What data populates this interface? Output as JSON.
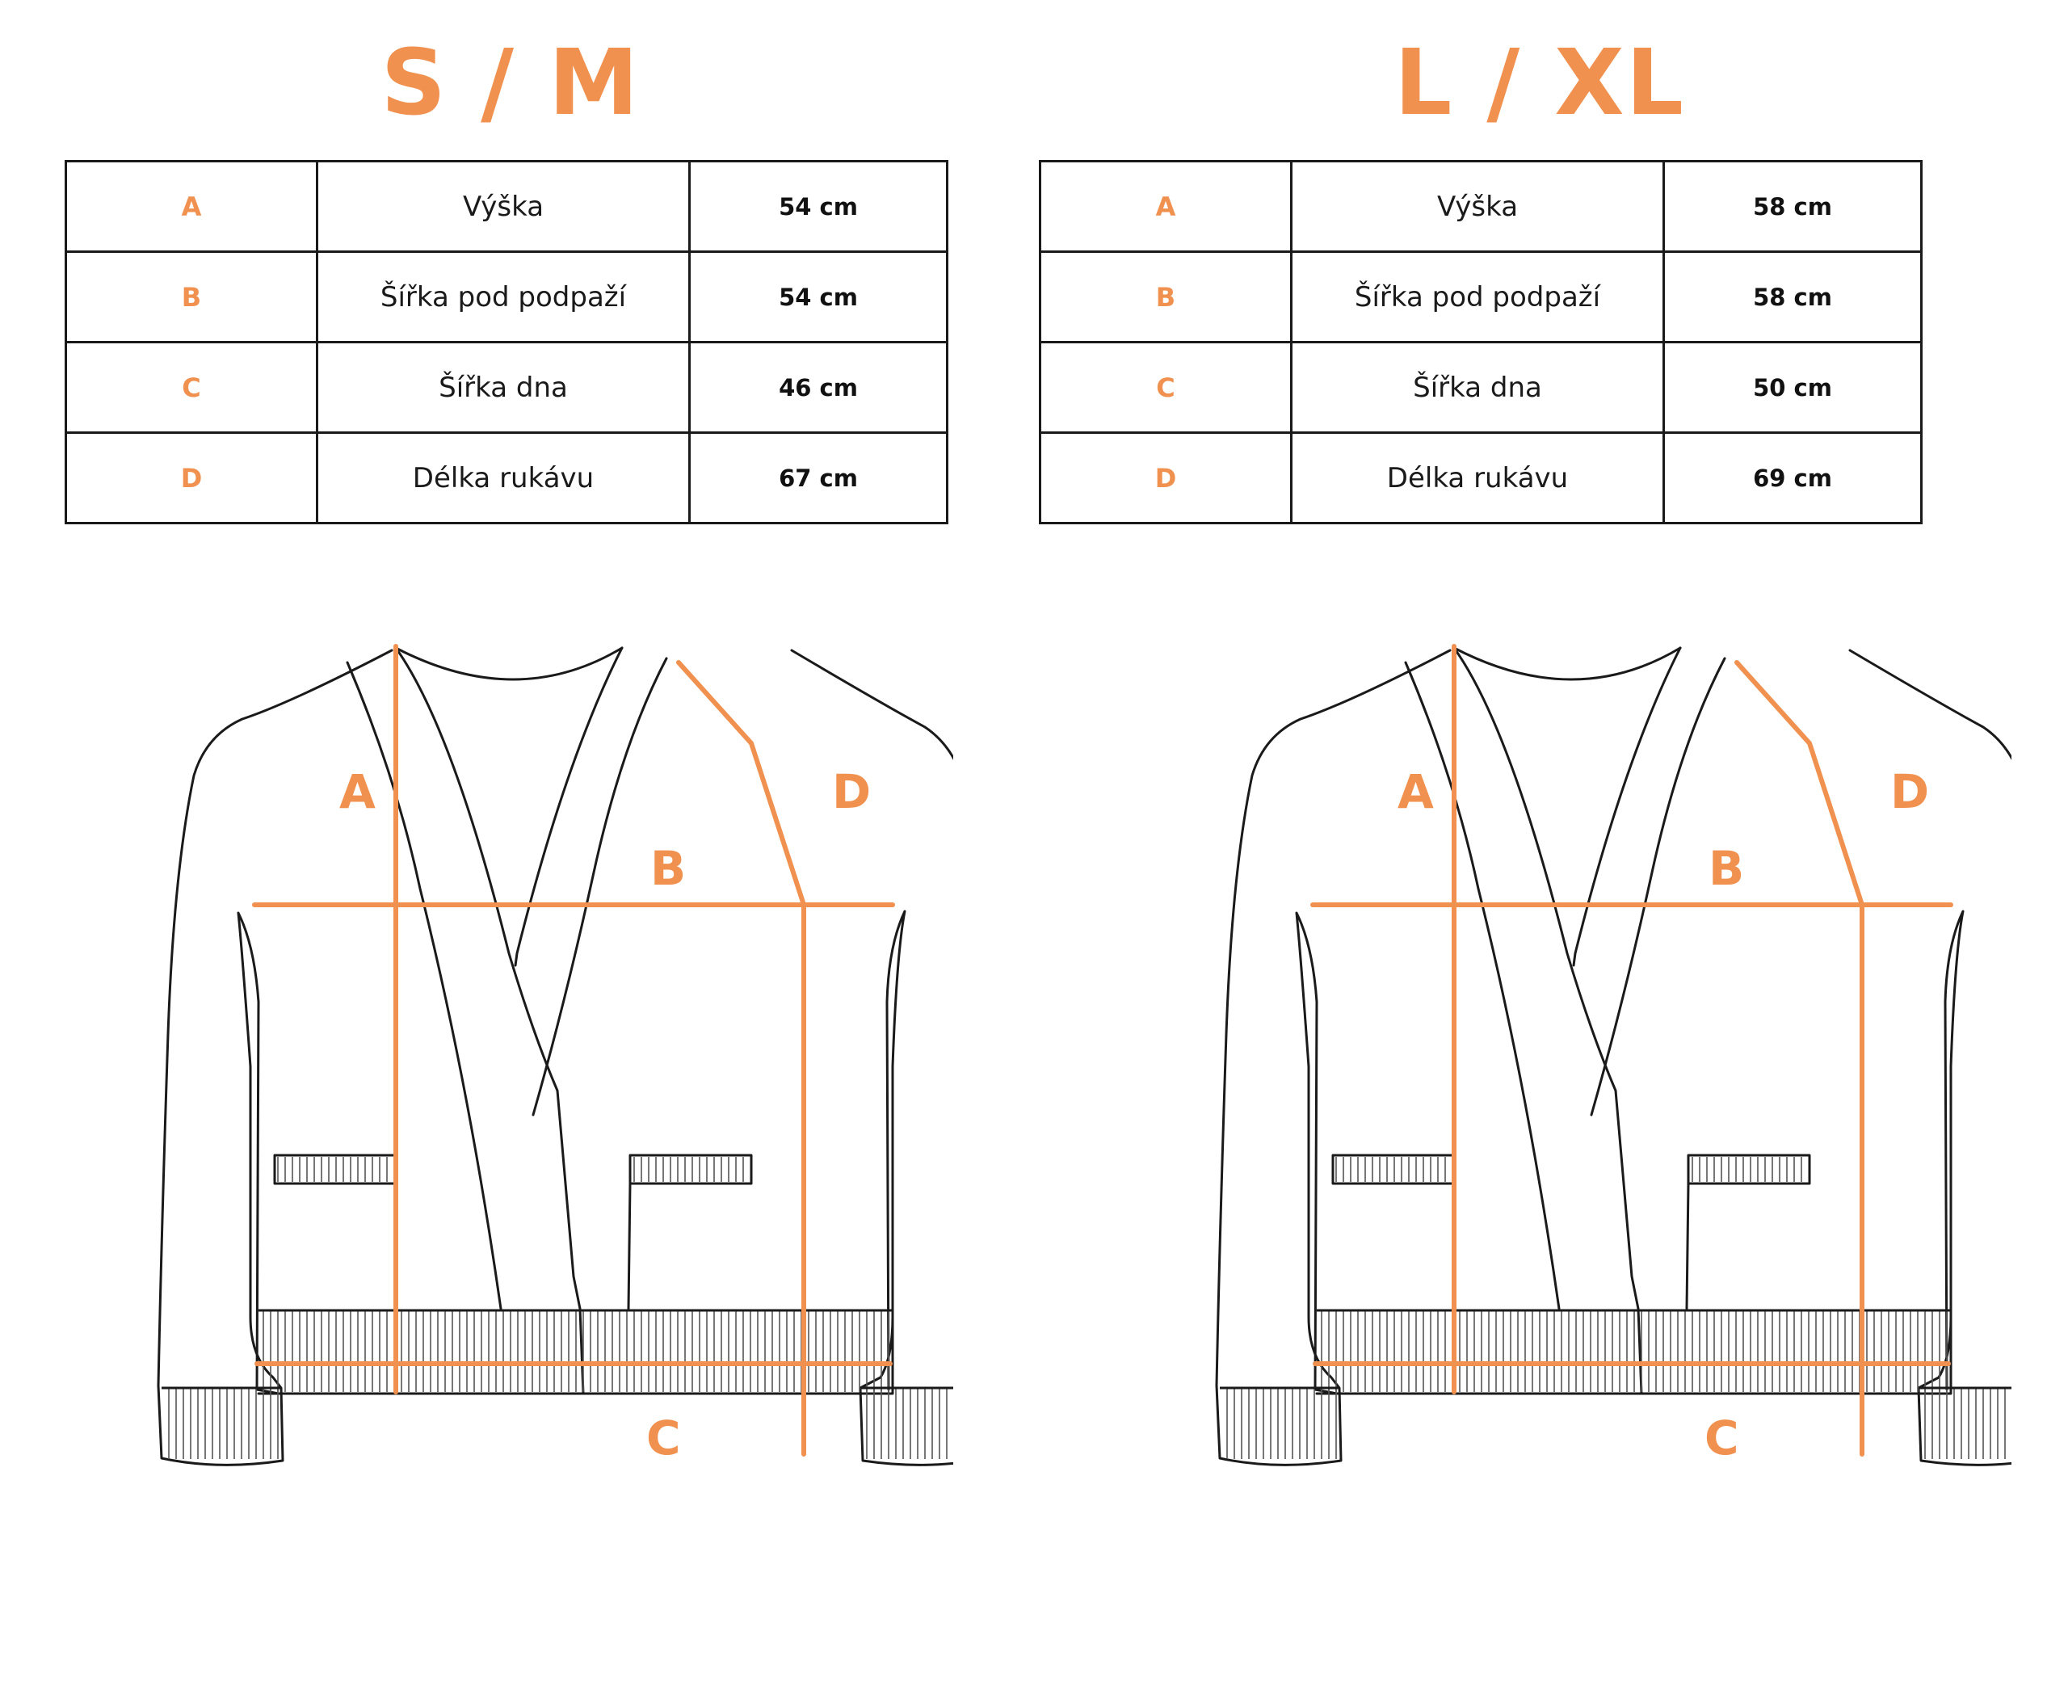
{
  "colors": {
    "accent": "#f0914f",
    "line": "#1a1a1a"
  },
  "panels": [
    {
      "title": "S / M",
      "rows": [
        {
          "letter": "A",
          "label": "Výška",
          "value": "54 cm"
        },
        {
          "letter": "B",
          "label": "Šířka pod podpaží",
          "value": "54 cm"
        },
        {
          "letter": "C",
          "label": "Šířka dna",
          "value": "46 cm"
        },
        {
          "letter": "D",
          "label": "Délka rukávu",
          "value": "67 cm"
        }
      ],
      "diagram_letters": {
        "a": "A",
        "b": "B",
        "c": "C",
        "d": "D"
      }
    },
    {
      "title": "L / XL",
      "rows": [
        {
          "letter": "A",
          "label": "Výška",
          "value": "58 cm"
        },
        {
          "letter": "B",
          "label": "Šířka pod podpaží",
          "value": "58 cm"
        },
        {
          "letter": "C",
          "label": "Šířka dna",
          "value": "50 cm"
        },
        {
          "letter": "D",
          "label": "Délka rukávu",
          "value": "69 cm"
        }
      ],
      "diagram_letters": {
        "a": "A",
        "b": "B",
        "c": "C",
        "d": "D"
      }
    }
  ]
}
